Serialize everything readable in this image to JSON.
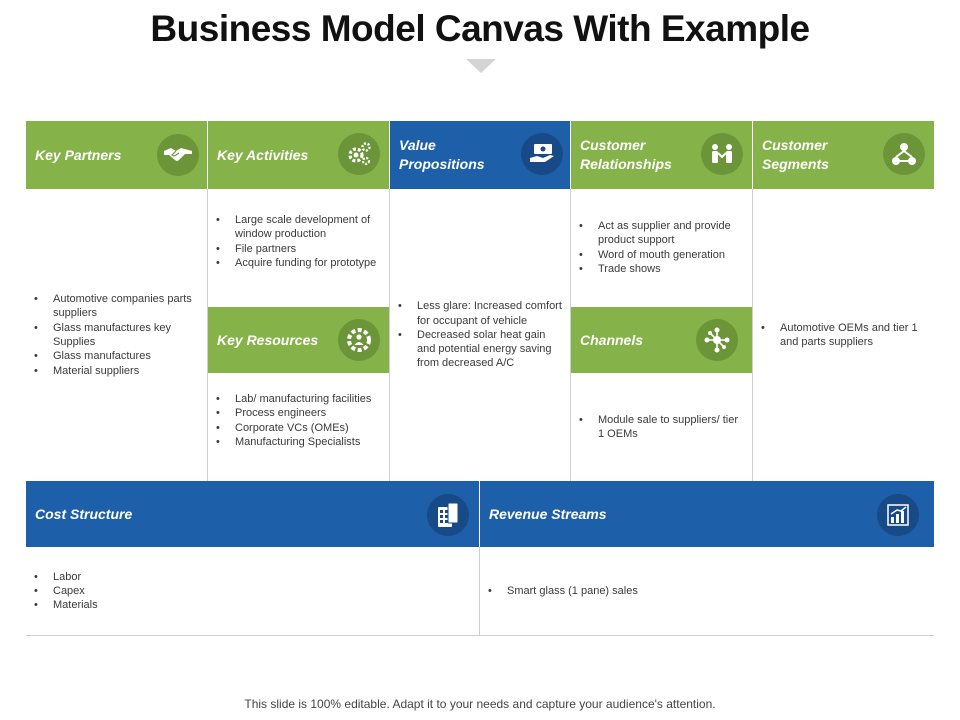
{
  "title": "Business Model Canvas With Example",
  "footer": "This slide is 100% editable. Adapt it to your needs and capture your audience's attention.",
  "colors": {
    "green": "#86b24a",
    "blue": "#1e5fa9"
  },
  "key_partners": {
    "title": "Key Partners",
    "icon": "handshake-icon",
    "items": [
      "Automotive companies parts suppliers",
      "Glass manufactures key Supplies",
      "Glass manufactures",
      "Material suppliers"
    ]
  },
  "key_activities": {
    "title": "Key Activities",
    "icon": "gears-icon",
    "items": [
      "Large scale development of window production",
      "File partners",
      "Acquire funding for prototype"
    ]
  },
  "value_propositions": {
    "title": "Value Propositions",
    "icon": "money-hand-icon",
    "items": [
      "Less glare: Increased comfort for occupant of vehicle",
      "Decreased solar heat gain and potential energy saving from decreased A/C"
    ]
  },
  "customer_relationships": {
    "title": "Customer Relationships",
    "icon": "people-icon",
    "items": [
      "Act  as supplier and provide product support",
      "Word of mouth generation",
      "Trade shows"
    ]
  },
  "customer_segments": {
    "title": "Customer Segments",
    "icon": "hierarchy-icon",
    "items": [
      "Automotive OEMs  and tier 1 and parts suppliers"
    ]
  },
  "key_resources": {
    "title": "Key Resources",
    "icon": "gear-person-icon",
    "items": [
      "Lab/ manufacturing facilities",
      "Process engineers",
      "Corporate VCs (OMEs)",
      "Manufacturing Specialists"
    ]
  },
  "channels": {
    "title": "Channels",
    "icon": "network-icon",
    "items": [
      "Module sale to suppliers/ tier 1 OEMs"
    ]
  },
  "cost_structure": {
    "title": "Cost Structure",
    "icon": "calculator-icon",
    "items": [
      "Labor",
      "Capex",
      "Materials"
    ]
  },
  "revenue_streams": {
    "title": "Revenue Streams",
    "icon": "bar-chart-icon",
    "items": [
      "Smart glass (1 pane) sales"
    ]
  }
}
